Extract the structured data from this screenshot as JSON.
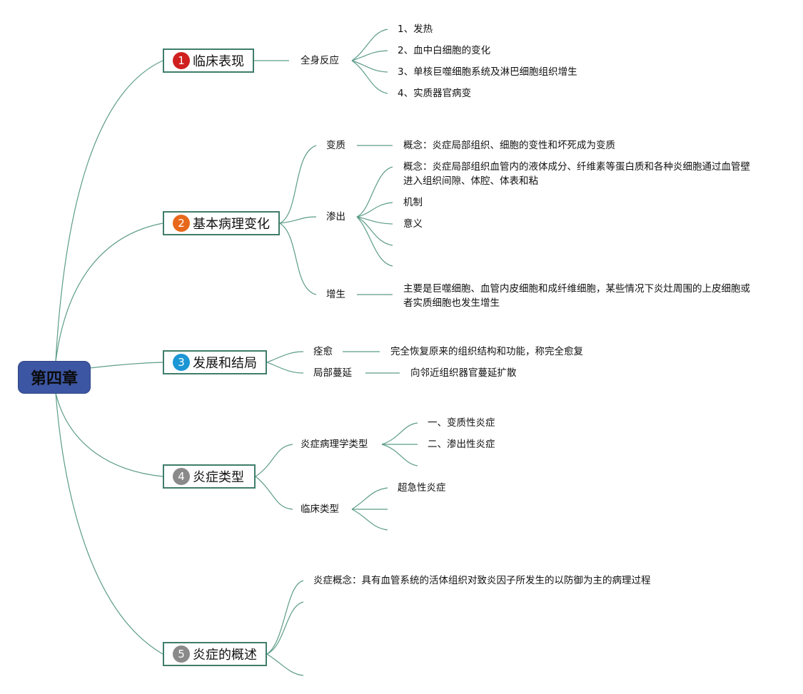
{
  "root": {
    "label": "第四章"
  },
  "colors": {
    "line": "#5c9c88",
    "topic_border": "#3f7d6b",
    "root_bg": "#3d56a3",
    "badge_1": "#d01f1f",
    "badge_2": "#e8681b",
    "badge_3": "#1c96d4",
    "badge_4": "#8a8a8a",
    "badge_5": "#8a8a8a"
  },
  "topics": [
    {
      "num": "1",
      "label": "临床表现",
      "children": [
        {
          "label": "全身反应",
          "items": [
            "1、发热",
            "2、血中白细胞的变化",
            "3、单核巨噬细胞系统及淋巴细胞组织增生",
            "4、实质器官病变"
          ]
        }
      ]
    },
    {
      "num": "2",
      "label": "基本病理变化",
      "children": [
        {
          "label": "变质",
          "items": [
            "概念：炎症局部组织、细胞的变性和坏死成为变质"
          ]
        },
        {
          "label": "渗出",
          "items": [
            "概念：炎症局部组织血管内的液体成分、纤维素等蛋白质和各种炎细胞通过血管壁进入组织间隙、体腔、体表和粘",
            "机制",
            "意义"
          ]
        },
        {
          "label": "增生",
          "items": [
            "主要是巨噬细胞、血管内皮细胞和成纤维细胞，某些情况下炎灶周围的上皮细胞或者实质细胞也发生增生"
          ]
        }
      ]
    },
    {
      "num": "3",
      "label": "发展和结局",
      "children": [
        {
          "label": "痊愈",
          "items": [
            "完全恢复原来的组织结构和功能，称完全愈复"
          ]
        },
        {
          "label": "局部蔓延",
          "items": [
            "向邻近组织器官蔓延扩散"
          ]
        }
      ]
    },
    {
      "num": "4",
      "label": "炎症类型",
      "children": [
        {
          "label": "炎症病理学类型",
          "items": [
            "一、变质性炎症",
            "二、渗出性炎症"
          ]
        },
        {
          "label": "临床类型",
          "items": [
            "超急性炎症"
          ]
        }
      ]
    },
    {
      "num": "5",
      "label": "炎症的概述",
      "children": [
        {
          "label": "炎症概念：具有血管系统的活体组织对致炎因子所发生的以防御为主的病理过程",
          "items": []
        }
      ]
    }
  ]
}
